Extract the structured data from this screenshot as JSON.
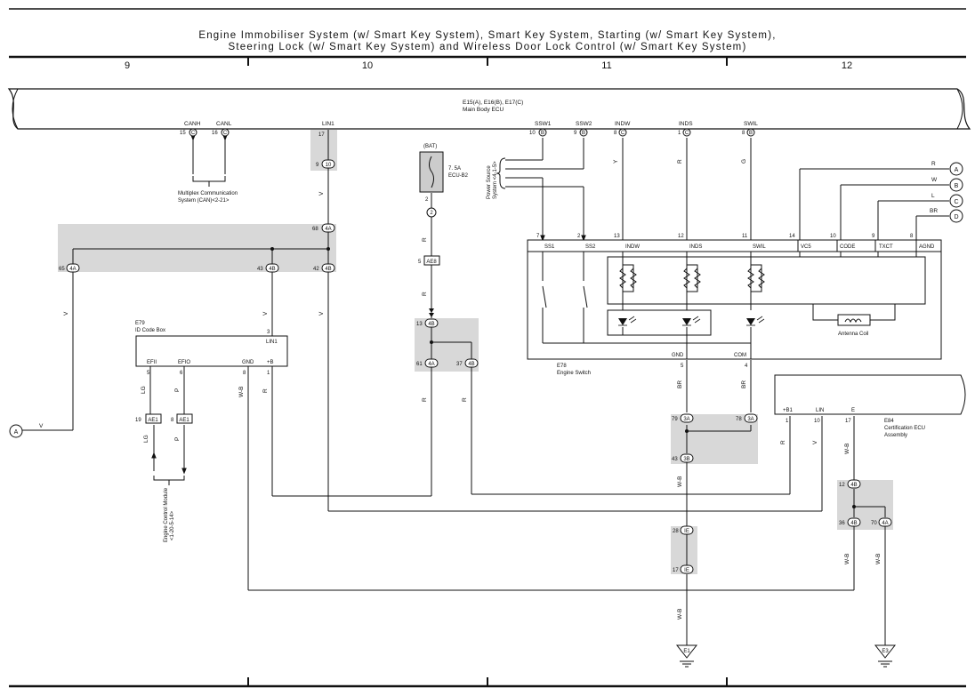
{
  "title": {
    "line1": "Engine Immobiliser System (w/ Smart Key System),  Smart Key System,  Starting (w/ Smart Key System),",
    "line2": "Steering Lock (w/ Smart Key System) and Wireless Door Lock Control (w/ Smart Key System)"
  },
  "grid": {
    "col9": "9",
    "col10": "10",
    "col11": "11",
    "col12": "12"
  },
  "main_ecu": {
    "code": "E15(A), E16(B), E17(C)",
    "name": "Main Body ECU"
  },
  "ecu_pins": {
    "canh": "CANH",
    "canl": "CANL",
    "lin1": "LIN1",
    "ssw1": "SSW1",
    "ssw2": "SSW2",
    "indw": "INDW",
    "inds": "INDS",
    "swil": "SWIL",
    "canh_no": "15",
    "canl_no": "16",
    "lin1_no": "17",
    "ssw1_no": "10",
    "ssw2_no": "9",
    "indw_no": "8",
    "inds_no": "1",
    "swil_no": "8",
    "conn_c": "C",
    "conn_b": "B",
    "conn_10": "10"
  },
  "multiplex": {
    "line1": "Multiplex Communication",
    "line2": "System (CAN)<2-21>"
  },
  "power_source": {
    "line1": "Power Source",
    "line2": "System <4-1-5>"
  },
  "fuse": {
    "bat": "(BAT)",
    "rating": "7. 5A",
    "name": "ECU-B2",
    "pin": "2",
    "conn": "2"
  },
  "wires": {
    "v": "V",
    "r": "R",
    "y": "Y",
    "g": "G",
    "w": "W",
    "l": "L",
    "br": "BR",
    "lg": "LG",
    "p": "P",
    "wb": "W-B"
  },
  "junctions": {
    "j68": "68",
    "j4a": "4A",
    "j4b": "4B",
    "j65": "65",
    "j43": "43",
    "j42": "42",
    "j5": "5",
    "jae8": "AE8",
    "j13": "13",
    "j61": "61",
    "j37": "37",
    "j79": "79",
    "j78": "78",
    "j3a": "3A",
    "j3b": "3B",
    "j43b": "43",
    "j28": "28",
    "jie": "IE",
    "j17": "17",
    "j12": "12",
    "j36": "36",
    "j70": "70",
    "j19": "19",
    "j8": "8",
    "jae1": "AE1"
  },
  "id_code_box": {
    "code": "E79",
    "name": "ID Code Box",
    "lin1": "LIN1",
    "lin1_no": "3",
    "efii": "EFII",
    "efio": "EFIO",
    "gnd": "GND",
    "b": "+B",
    "efii_no": "5",
    "efio_no": "6",
    "gnd_no": "8",
    "b_no": "1"
  },
  "engine_control": {
    "line1": "Engine Control Module",
    "line2": "<1-20-5-14>"
  },
  "engine_switch": {
    "code": "E78",
    "name": "Engine Switch",
    "ss1": "SS1",
    "ss2": "SS2",
    "indw": "INDW",
    "inds": "INDS",
    "swil": "SWIL",
    "vc5": "VC5",
    "code_pin": "CODE",
    "txct": "TXCT",
    "agnd": "AGND",
    "gnd": "GND",
    "com": "COM",
    "antenna": "Antenna Coil",
    "ss1_no": "7",
    "ss2_no": "2",
    "indw_no": "13",
    "inds_no": "12",
    "swil_no": "11",
    "vc5_no": "14",
    "code_no": "10",
    "txct_no": "9",
    "agnd_no": "8",
    "gnd_no": "5",
    "com_no": "4"
  },
  "cert_ecu": {
    "code": "E84",
    "name1": "Certification ECU",
    "name2": "Assembly",
    "b1": "+B1",
    "lin": "LIN",
    "e": "E",
    "b1_no": "1",
    "lin_no": "10",
    "e_no": "17"
  },
  "refs": {
    "a": "A",
    "b": "B",
    "c": "C",
    "d": "D"
  },
  "grounds": {
    "e1": "E1",
    "e3": "E3"
  }
}
